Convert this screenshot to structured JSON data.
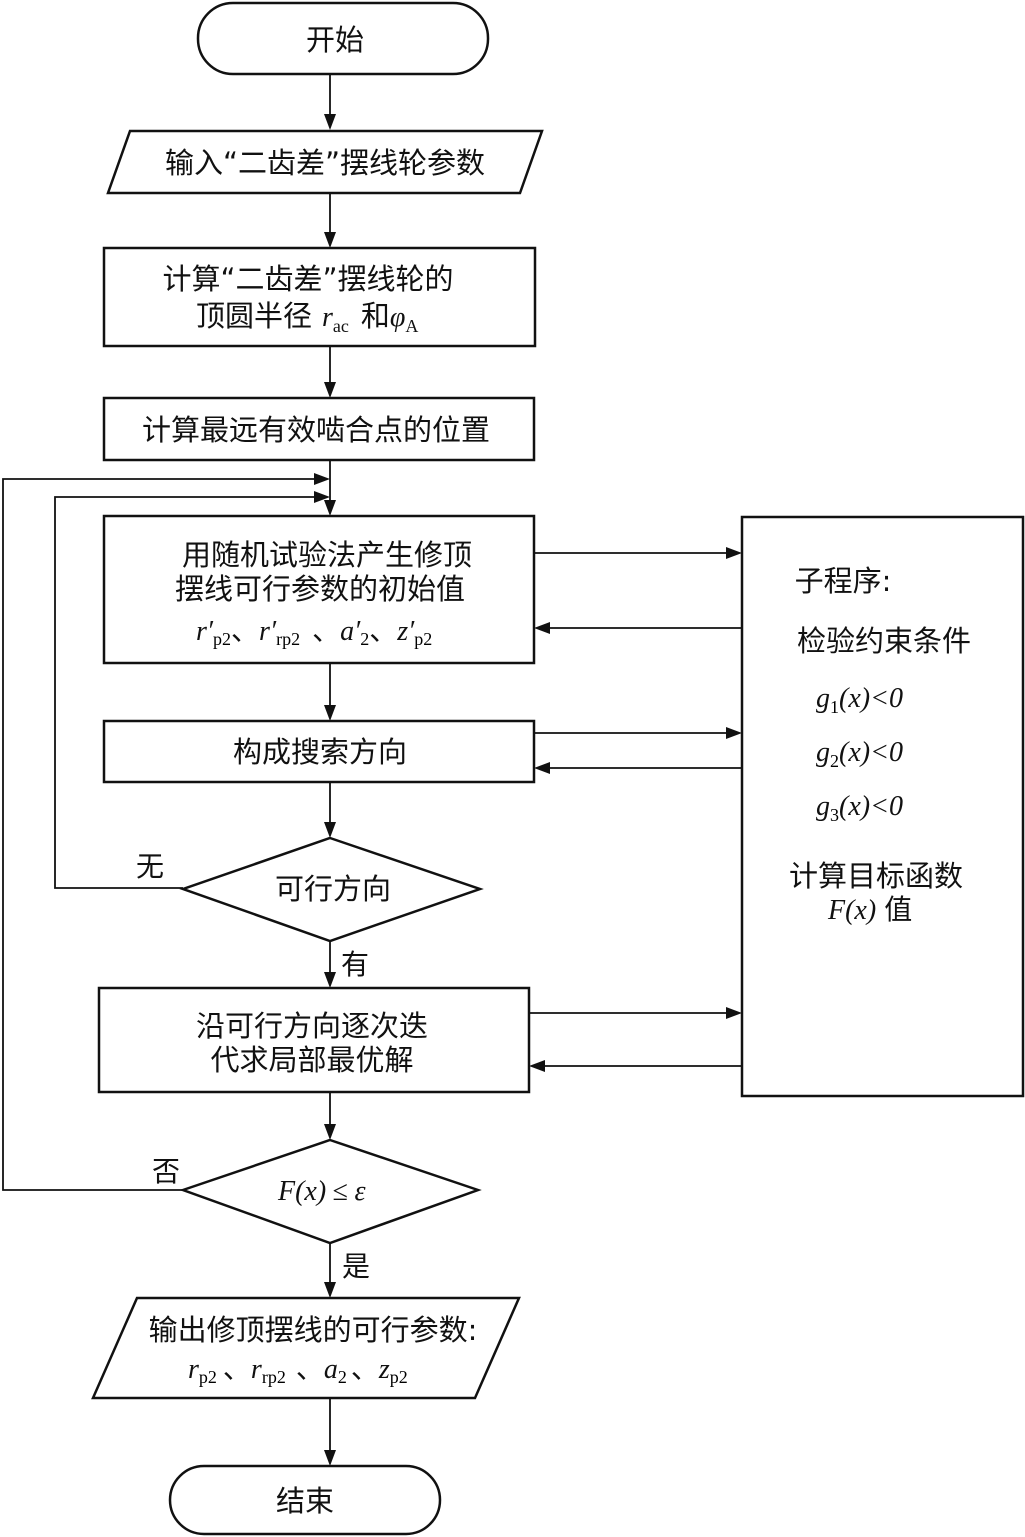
{
  "nodes": {
    "start": "开始",
    "input": "输入“二齿差”摆线轮参数",
    "calc_tip_1": "计算“二齿差”摆线轮的",
    "calc_tip_2_prefix": "顶圆半径",
    "calc_tip_2_mid": "和",
    "calc_far": "计算最远有效啮合点的位置",
    "random_1": "用随机试验法产生修顶",
    "random_2": "摆线可行参数的初始值",
    "search_dir": "构成搜索方向",
    "feasible_dir": "可行方向",
    "iterate_1": "沿可行方向逐次迭",
    "iterate_2": "代求局部最优解",
    "output_1": "输出修顶摆线的可行参数:",
    "end": "结束"
  },
  "subroutine": {
    "title": "子程序:",
    "check": "检验约束条件",
    "g1": "g1(x)<0",
    "g2": "g2(x)<0",
    "g3": "g3(x)<0",
    "calc_obj": "计算目标函数",
    "fx_suffix": "值"
  },
  "labels": {
    "none": "无",
    "has": "有",
    "no": "否",
    "yes": "是"
  },
  "math": {
    "r": "r",
    "ac": "ac",
    "phi": "φ",
    "A": "A",
    "a": "a",
    "z": "z",
    "prime": "′",
    "p2": "p2",
    "rp2": "rp2",
    "two": "2",
    "sep": "、",
    "F": "F",
    "x_paren": "(x)",
    "leq_eps": "≤ ε",
    "g": "g",
    "lt0": "(x)<0",
    "one": "1",
    "three": "3"
  }
}
